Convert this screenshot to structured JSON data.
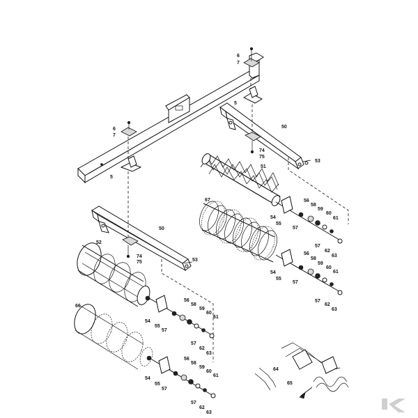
{
  "labels": {
    "l6a": "6",
    "l7a": "7",
    "l5a": "5",
    "l6b": "6",
    "l7b": "7",
    "l5b": "5",
    "l50a": "50",
    "l74a": "74",
    "l75a": "75",
    "l53a": "53",
    "l51": "51",
    "l67": "67",
    "l56a": "56",
    "l58a": "58",
    "l59a": "59",
    "l60a": "60",
    "l61a": "61",
    "l54a": "54",
    "l55a": "55",
    "l57a": "57",
    "l62a": "62",
    "l63a": "63",
    "l50b": "50",
    "l52": "52",
    "l74b": "74",
    "l75b": "75",
    "l53b": "53",
    "l56b": "56",
    "l58b": "58",
    "l59b": "59",
    "l60b": "60",
    "l61b": "61",
    "l54b": "54",
    "l55b": "55",
    "l57b": "57",
    "l62b": "62",
    "l63b": "63",
    "l66": "66",
    "l56c": "56",
    "l58c": "58",
    "l59c": "59",
    "l60c": "60",
    "l61c": "61",
    "l54c": "54",
    "l55c": "55",
    "l57c": "57",
    "l62c": "62",
    "l63c": "63",
    "l56d": "56",
    "l58d": "58",
    "l59d": "59",
    "l60d": "60",
    "l61d": "61",
    "l54d": "54",
    "l55d": "55",
    "l57d": "57",
    "l62d": "62",
    "l63d": "63",
    "l64": "64",
    "l65": "65"
  },
  "colors": {
    "line": "#111111",
    "background": "#ffffff",
    "logo": "#cfcfcf"
  },
  "icons": {
    "logo": "k-logo-icon"
  }
}
